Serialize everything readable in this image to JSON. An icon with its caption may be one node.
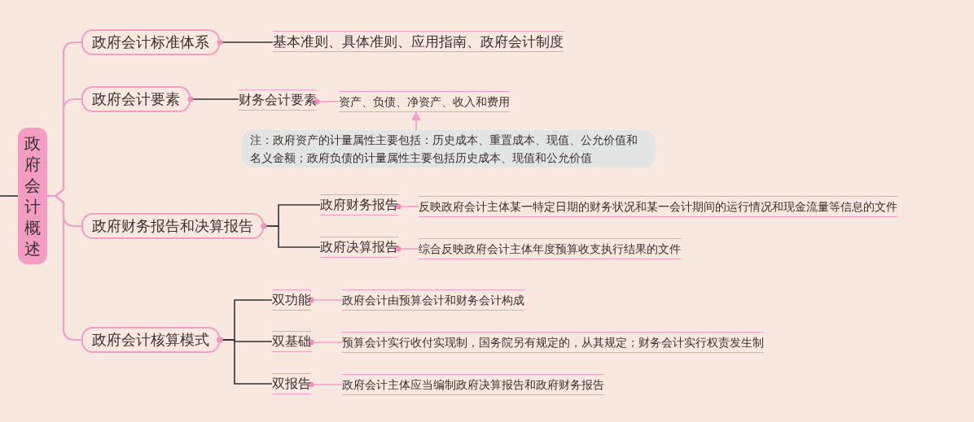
{
  "diagram": {
    "nodes": [
      {
        "text": [
          "政府会计概述"
        ]
      },
      {
        "text": [
          "政府会计标准体系"
        ]
      },
      {
        "text": [
          "基本准则、具体准则、应用指南、政府会计制度"
        ]
      },
      {
        "text": [
          "政府会计要素"
        ]
      },
      {
        "text": [
          "财务会计要素"
        ]
      },
      {
        "text": [
          "资产、负债、净资产、收入和费用"
        ]
      },
      {
        "text": [
          "注：政府资产的计量属性主要包括：历史成本、重置成本、现值、公允价值和名义金额；政府负债的计量属性主要包括历史成本、现值和公允价值"
        ]
      },
      {
        "text": [
          "政府财务报告和决算报告"
        ]
      },
      {
        "text": [
          "政府财务报告"
        ]
      },
      {
        "text": [
          "反映政府会计主体某一特定日期的财务状况和某一会计期间的运行情况和现金流量等信息的文件"
        ]
      },
      {
        "text": [
          "政府决算报告"
        ]
      },
      {
        "text": [
          "综合反映政府会计主体年度预算收支执行结果的文件"
        ]
      },
      {
        "text": [
          "政府会计核算模式"
        ]
      },
      {
        "text": [
          "双功能"
        ]
      },
      {
        "text": [
          "政府会计由预算会计和财务会计构成"
        ]
      },
      {
        "text": [
          "双基础"
        ]
      },
      {
        "text": [
          "预算会计实行收付实现制，国务院另有规定的，从其规定；财务会计实行权责发生制"
        ]
      },
      {
        "text": [
          "双报告"
        ]
      },
      {
        "text": [
          "政府会计主体应当编制政府决算报告和政府财务报告"
        ]
      }
    ],
    "edges": [
      {
        "from": null,
        "to": 0,
        "arrow": "none",
        "color": "#333333"
      },
      {
        "from": 0,
        "to": 1,
        "arrow": "none"
      },
      {
        "from": 0,
        "to": 3,
        "arrow": "none"
      },
      {
        "from": 0,
        "to": 7,
        "arrow": "none"
      },
      {
        "from": 0,
        "to": 12,
        "arrow": "none"
      },
      {
        "from": 1,
        "to": 2,
        "arrow": "other",
        "color": "#333333"
      },
      {
        "from": 3,
        "to": 4,
        "arrow": "other",
        "color": "#333333"
      },
      {
        "from": 4,
        "to": 5,
        "arrow": "other"
      },
      {
        "from": 6,
        "to": 5,
        "arrow": "to"
      },
      {
        "from": 7,
        "to": 8,
        "arrow": "other",
        "color": "#333333"
      },
      {
        "from": 7,
        "to": 10,
        "arrow": "other",
        "color": "#333333"
      },
      {
        "from": 8,
        "to": 9,
        "arrow": "other"
      },
      {
        "from": 10,
        "to": 11,
        "arrow": "other"
      },
      {
        "from": 12,
        "to": 13,
        "arrow": "other",
        "color": "#333333"
      },
      {
        "from": 12,
        "to": 15,
        "arrow": "other",
        "color": "#333333"
      },
      {
        "from": 12,
        "to": 17,
        "arrow": "other",
        "color": "#333333"
      },
      {
        "from": 13,
        "to": 14,
        "arrow": "other"
      },
      {
        "from": 15,
        "to": 16,
        "arrow": "other"
      },
      {
        "from": 17,
        "to": 18,
        "arrow": "other"
      }
    ]
  }
}
